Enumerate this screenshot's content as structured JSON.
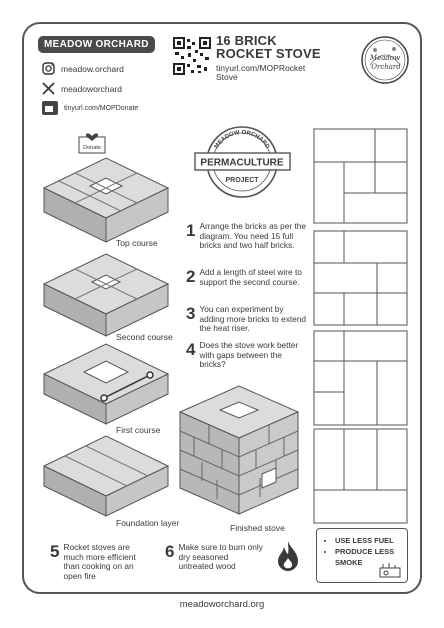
{
  "header": {
    "brand": "MEADOW ORCHARD",
    "instagram": "meadow.orchard",
    "twitter": "meadoworchard",
    "donate_url": "tinyurl.com/MOPDonate",
    "title_line1": "16 BRICK",
    "title_line2": "ROCKET STOVE",
    "url_line1": "tinyurl.com/MOPRocket",
    "url_line2": "Stove"
  },
  "donate_label": "Donate",
  "stamp": {
    "top": "MEADOW ORCHARD",
    "middle": "PERMACULTURE",
    "bottom": "PROJECT"
  },
  "logo": {
    "line1": "Meadow",
    "line2": "Orchard"
  },
  "courses": {
    "top": "Top course",
    "second": "Second course",
    "first": "First course",
    "foundation": "Foundation layer",
    "finished": "Finished stove"
  },
  "steps": [
    {
      "n": "1",
      "text": "Arrange the bricks as per the diagram. You need 15 full bricks and two half bricks."
    },
    {
      "n": "2",
      "text": "Add a length of steel wire to support the second course."
    },
    {
      "n": "3",
      "text": "You can experiment by adding more bricks to extend the heat riser."
    },
    {
      "n": "4",
      "text": "Does the stove work better with gaps between the bricks?"
    },
    {
      "n": "5",
      "text": "Rocket stoves are much more efficient than cooking on an open fire"
    },
    {
      "n": "6",
      "text": "Make sure to burn only dry seasoned untreated wood"
    }
  ],
  "benefits": [
    "USE LESS FUEL",
    "PRODUCE LESS SMOKE"
  ],
  "footer": "meadoworchard.org"
}
